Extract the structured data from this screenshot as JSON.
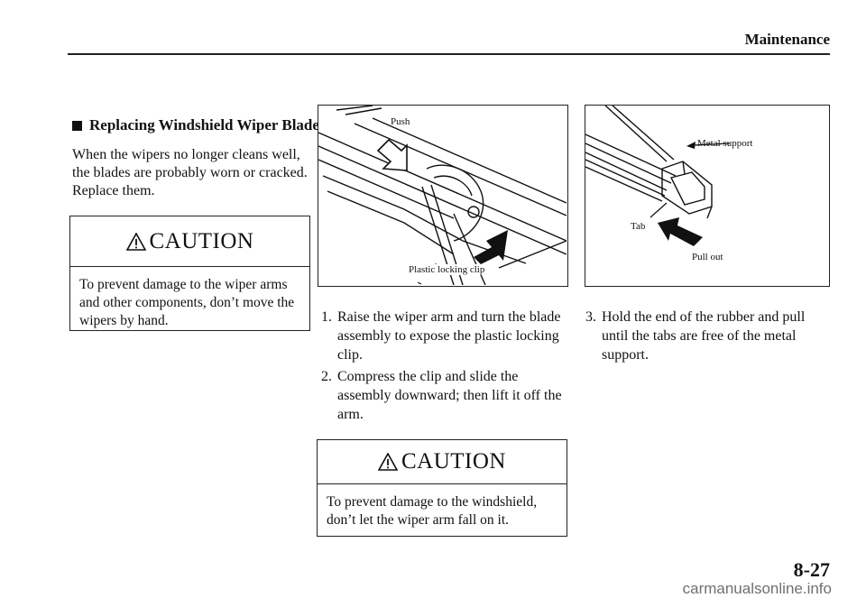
{
  "header": {
    "title": "Maintenance"
  },
  "section": {
    "heading": "Replacing Windshield Wiper Blades"
  },
  "intro": "When the wipers no longer cleans well, the blades are probably worn or cracked. Replace them.",
  "caution1": {
    "heading": "CAUTION",
    "text": "To prevent damage to the wiper arms and other components, don’t move the wipers by hand."
  },
  "figure1": {
    "push_label": "Push",
    "clip_label": "Plastic locking clip"
  },
  "figure2": {
    "metal_label": "Metal support",
    "tab_label": "Tab",
    "pull_label": "Pull out"
  },
  "steps": [
    {
      "number": "1.",
      "text": "Raise the wiper arm and turn the blade assembly to expose the plastic locking clip."
    },
    {
      "number": "2.",
      "text": "Compress the clip and slide the assembly downward; then lift it off the arm."
    },
    {
      "number": "3.",
      "text": "Hold the end of the rubber and pull until the tabs are free of the metal support."
    }
  ],
  "caution2": {
    "heading": "CAUTION",
    "text": "To prevent damage to the windshield, don’t let the wiper arm fall on it."
  },
  "page_number": "8-27",
  "watermark": "carmanualsonline.info"
}
